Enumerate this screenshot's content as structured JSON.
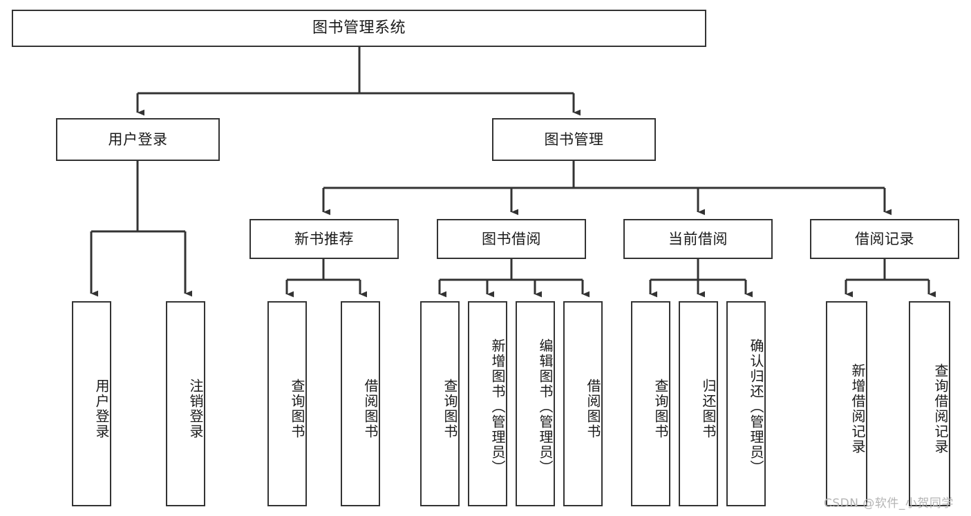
{
  "diagram": {
    "type": "tree-hierarchy-chart",
    "title": "图书管理系统",
    "watermark": "CSDN @软件_小贺同学",
    "colors": {
      "box_border": "#333333",
      "box_fill": "#ffffff",
      "connector": "#333333",
      "text": "#1a1a1a",
      "watermark": "#b4b4b4",
      "background": "#ffffff"
    },
    "nodes": {
      "root": {
        "label": "图书管理系统"
      },
      "level1": [
        {
          "label": "用户登录"
        },
        {
          "label": "图书管理"
        }
      ],
      "level2": [
        {
          "label": "新书推荐"
        },
        {
          "label": "图书借阅"
        },
        {
          "label": "当前借阅"
        },
        {
          "label": "借阅记录"
        }
      ],
      "leaves": {
        "user_login": [
          {
            "label": "用户登录"
          },
          {
            "label": "注销登录"
          }
        ],
        "new_book_recommend": [
          {
            "label": "查询图书"
          },
          {
            "label": "借阅图书"
          }
        ],
        "book_borrow": [
          {
            "label": "查询图书"
          },
          {
            "label": "新增图书（管理员）"
          },
          {
            "label": "编辑图书（管理员）"
          },
          {
            "label": "借阅图书"
          }
        ],
        "current_borrow": [
          {
            "label": "查询图书"
          },
          {
            "label": "归还图书"
          },
          {
            "label": "确认归还（管理员）"
          }
        ],
        "borrow_record": [
          {
            "label": "新增借阅记录"
          },
          {
            "label": "查询借阅记录"
          }
        ]
      }
    }
  }
}
